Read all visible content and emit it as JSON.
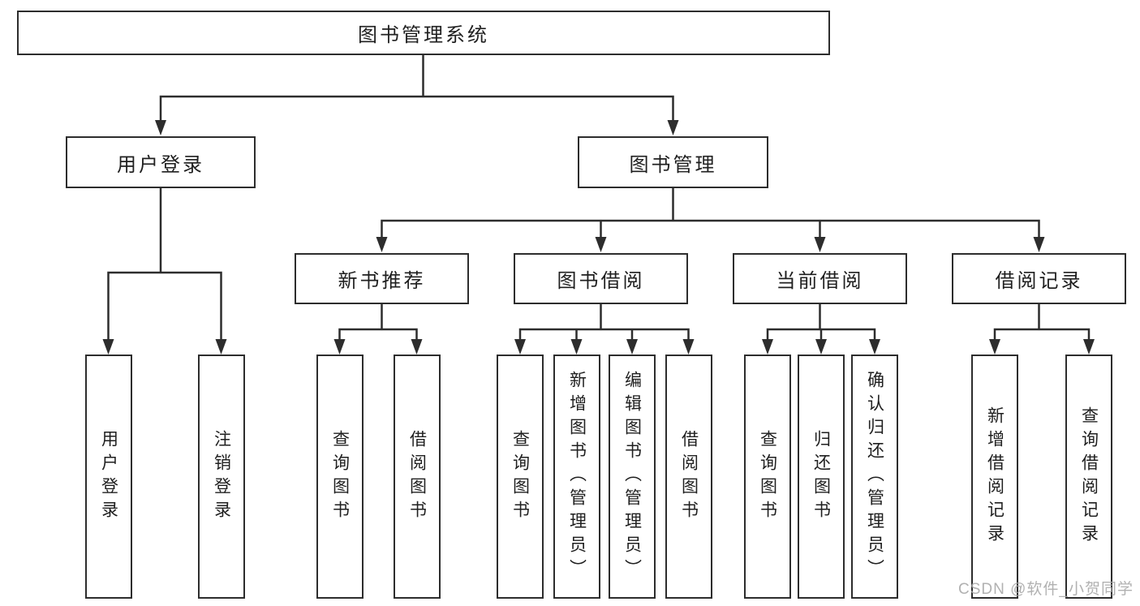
{
  "tree": {
    "root": {
      "label": "图书管理系统",
      "children": [
        {
          "label": "用户登录",
          "children": [
            {
              "label": "用户登录"
            },
            {
              "label": "注销登录"
            }
          ]
        },
        {
          "label": "图书管理",
          "children": [
            {
              "label": "新书推荐",
              "children": [
                {
                  "label": "查询图书"
                },
                {
                  "label": "借阅图书"
                }
              ]
            },
            {
              "label": "图书借阅",
              "children": [
                {
                  "label": "查询图书"
                },
                {
                  "label": "新增图书（管理员）"
                },
                {
                  "label": "编辑图书（管理员）"
                },
                {
                  "label": "借阅图书"
                }
              ]
            },
            {
              "label": "当前借阅",
              "children": [
                {
                  "label": "查询图书"
                },
                {
                  "label": "归还图书"
                },
                {
                  "label": "确认归还（管理员）"
                }
              ]
            },
            {
              "label": "借阅记录",
              "children": [
                {
                  "label": "新增借阅记录"
                },
                {
                  "label": "查询借阅记录"
                }
              ]
            }
          ]
        }
      ]
    }
  },
  "watermark": {
    "text": "CSDN @软件_小贺同学"
  },
  "colors": {
    "line": "#2d2d2d",
    "text": "#1f1f1f",
    "box_fill": "#ffffff",
    "watermark": "#a8a8a8"
  }
}
